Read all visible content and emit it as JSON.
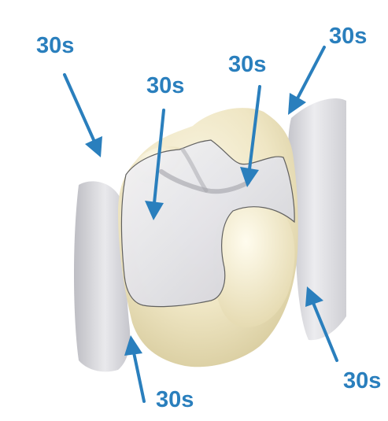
{
  "figure": {
    "accent_color": "#2a7fbd",
    "labels": [
      "30s",
      "30s",
      "30s",
      "30s",
      "30s",
      "30s",
      "30s"
    ]
  }
}
